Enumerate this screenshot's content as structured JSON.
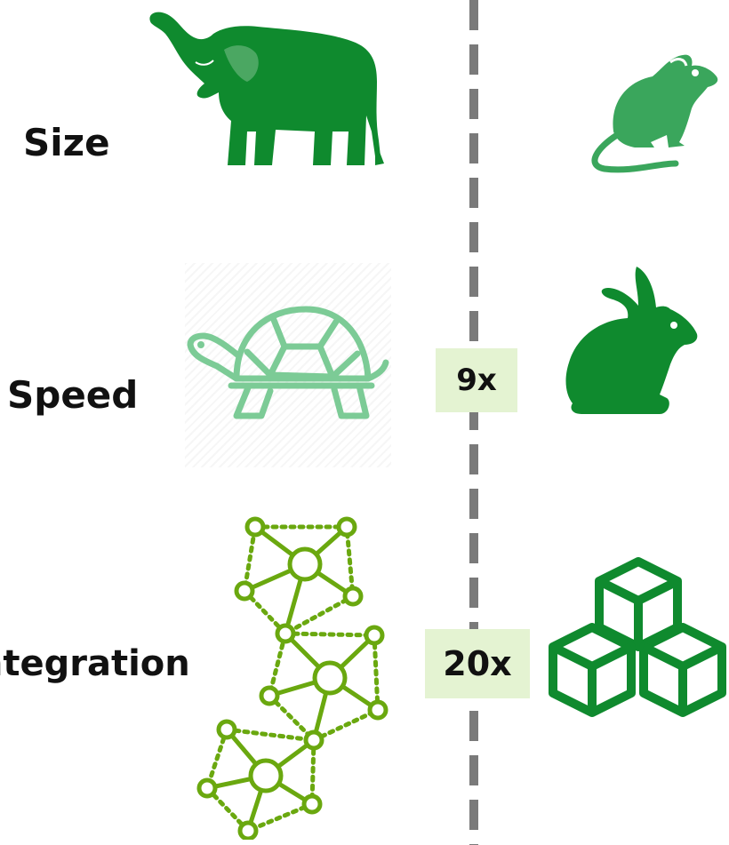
{
  "rows": {
    "size": {
      "label": "Size"
    },
    "speed": {
      "label": "Speed",
      "factor": "9x"
    },
    "integration": {
      "label": "Integration",
      "factor": "20x"
    }
  },
  "icons": {
    "left_size": "elephant-icon",
    "right_size": "mouse-icon",
    "left_speed": "turtle-icon",
    "right_speed": "rabbit-icon",
    "left_integration": "network-icon",
    "right_integration": "cubes-icon"
  },
  "colors": {
    "dark_green": "#0f8a2e",
    "mid_green": "#3aa65c",
    "light_green": "#7ccb96",
    "olive_green": "#6aa80f",
    "badge_bg": "#e4f3d2",
    "divider": "#7a7a7a"
  }
}
